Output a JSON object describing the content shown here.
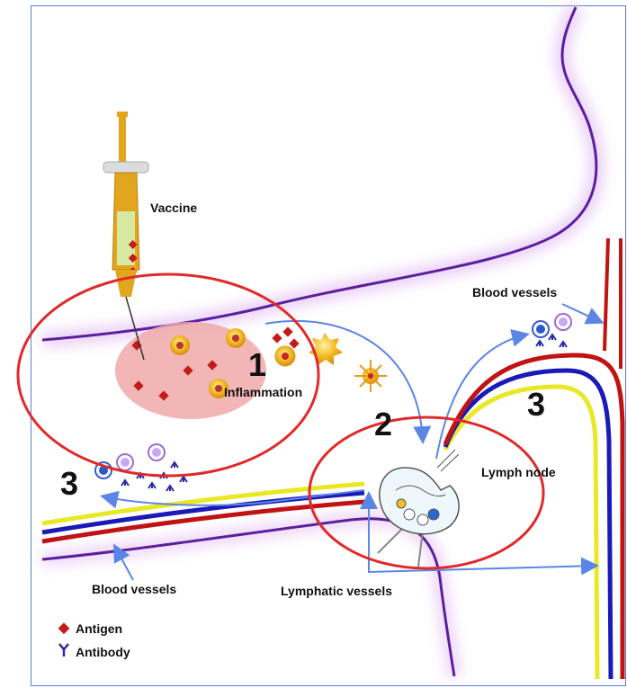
{
  "labels": {
    "vaccine": "Vaccine",
    "inflammation": "Inflammation",
    "lymph_node": "Lymph node",
    "blood_vessels_top": "Blood vessels",
    "blood_vessels_bottom": "Blood vessels",
    "lymphatic_vessels": "Lymphatic vessels"
  },
  "steps": {
    "s1": "1",
    "s2": "2",
    "s3_left": "3",
    "s3_right": "3"
  },
  "legend": {
    "antigen": "Antigen",
    "antibody": "Antibody"
  },
  "colors": {
    "frame": "#5a7fd0",
    "skin": "#5b1f9e",
    "highlight_ring": "#e02a2a",
    "antigen": "#c41a1a",
    "antibody": "#2a2aa8",
    "arrow": "#5a86e6",
    "vessel_yellow": "#e8e827",
    "vessel_blue": "#1a1ab8",
    "vessel_red": "#c01414",
    "inflammation_fill": "#f0a9a9",
    "syringe": "#e2a51e"
  },
  "icons": [
    "syringe-icon",
    "antigen-icon",
    "antibody-icon",
    "cell-icon",
    "dendritic-cell-icon",
    "lymph-node-icon"
  ]
}
